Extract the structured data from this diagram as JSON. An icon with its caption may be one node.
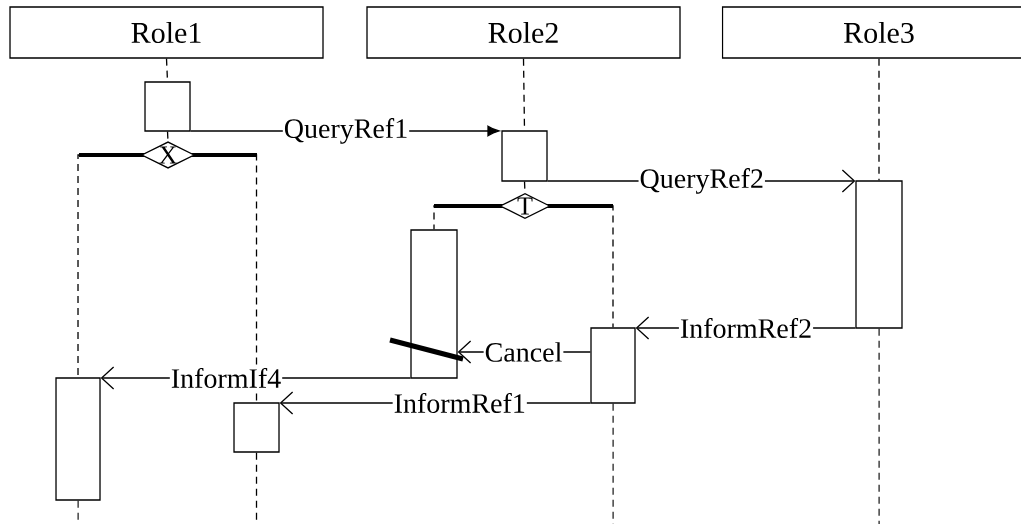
{
  "diagram": {
    "nodes": [
      {
        "text": [
          "Role1"
        ]
      },
      {
        "text": [
          "Role2"
        ]
      },
      {
        "text": [
          "Role3"
        ]
      },
      {
        "text": [],
        "shape": "box"
      },
      {
        "text": [],
        "shape": "box"
      },
      {
        "text": [],
        "shape": "box"
      },
      {
        "text": [
          "X"
        ]
      },
      {
        "text": [
          "T"
        ]
      },
      {
        "text": [],
        "shape": "box"
      },
      {
        "text": [],
        "shape": "box"
      },
      {
        "text": [],
        "shape": "box"
      },
      {
        "text": [],
        "shape": "box"
      }
    ],
    "edges": [
      {
        "from": 3,
        "to": 4,
        "arrow": "to",
        "label": "QueryRef1"
      },
      {
        "from": 4,
        "to": 5,
        "arrow": "to",
        "label": "QueryRef2"
      },
      {
        "from": 5,
        "to": 9,
        "arrow": "to",
        "label": "InformRef2"
      },
      {
        "from": 9,
        "to": 8,
        "arrow": "to",
        "label": "Cancel"
      },
      {
        "from": 8,
        "to": 10,
        "arrow": "to",
        "label": "InformIf4"
      },
      {
        "from": 9,
        "to": 11,
        "arrow": "to",
        "label": "InformRef1"
      },
      {
        "from": 0,
        "to": 3,
        "arrow": "none",
        "style": "dashed"
      },
      {
        "from": 3,
        "to": 6,
        "arrow": "none",
        "style": "dashed"
      },
      {
        "from": 6,
        "to": 10,
        "arrow": "none",
        "style": "dashed"
      },
      {
        "from": 6,
        "to": 11,
        "arrow": "none",
        "style": "dashed"
      },
      {
        "from": 1,
        "to": 4,
        "arrow": "none",
        "style": "dashed"
      },
      {
        "from": 4,
        "to": 7,
        "arrow": "none",
        "style": "dashed"
      },
      {
        "from": 7,
        "to": 8,
        "arrow": "none",
        "style": "dashed"
      },
      {
        "from": 7,
        "to": 9,
        "arrow": "none",
        "style": "dashed"
      },
      {
        "from": 2,
        "to": 5,
        "arrow": "none",
        "style": "dashed"
      },
      {
        "from": 5,
        "to": null,
        "arrow": "none",
        "style": "dashed"
      },
      {
        "from": 9,
        "to": null,
        "arrow": "none",
        "style": "dashed"
      },
      {
        "from": 10,
        "to": null,
        "arrow": "none",
        "style": "dashed"
      },
      {
        "from": 11,
        "to": null,
        "arrow": "none",
        "style": "dashed"
      }
    ]
  }
}
